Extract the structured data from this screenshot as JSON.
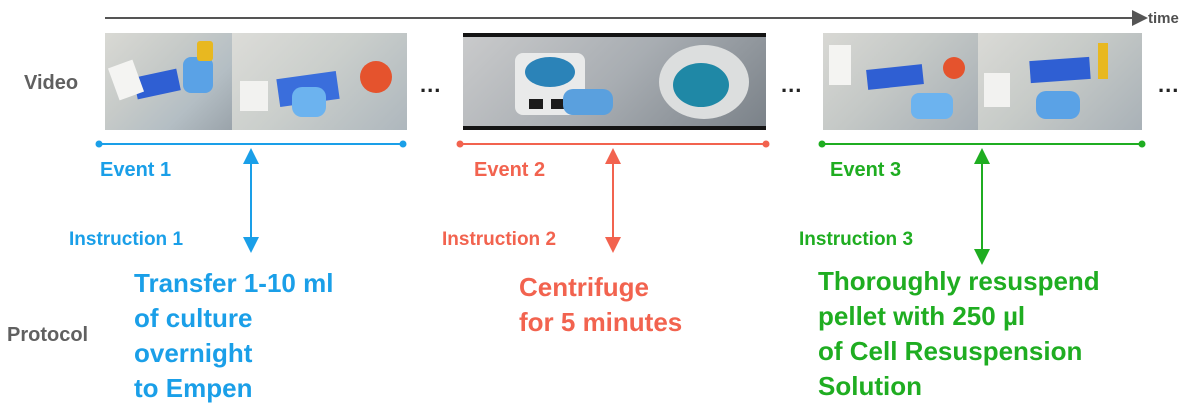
{
  "time_label": "time",
  "rows": {
    "video": "Video",
    "protocol": "Protocol"
  },
  "ellipsis": "...",
  "colors": {
    "event1": "#1a9fe8",
    "event2": "#f2634f",
    "event3": "#1fad21",
    "axis": "#555555"
  },
  "events": [
    {
      "label": "Event 1",
      "instruction": "Instruction 1",
      "protocol": "Transfer 1-10 ml\nof culture\novernight\nto Empen"
    },
    {
      "label": "Event 2",
      "instruction": "Instruction 2",
      "protocol": "Centrifuge\nfor 5 minutes"
    },
    {
      "label": "Event 3",
      "instruction": "Instruction 3",
      "protocol": "Thoroughly resuspend\npellet with 250 µl\nof Cell Resuspension\nSolution"
    }
  ]
}
